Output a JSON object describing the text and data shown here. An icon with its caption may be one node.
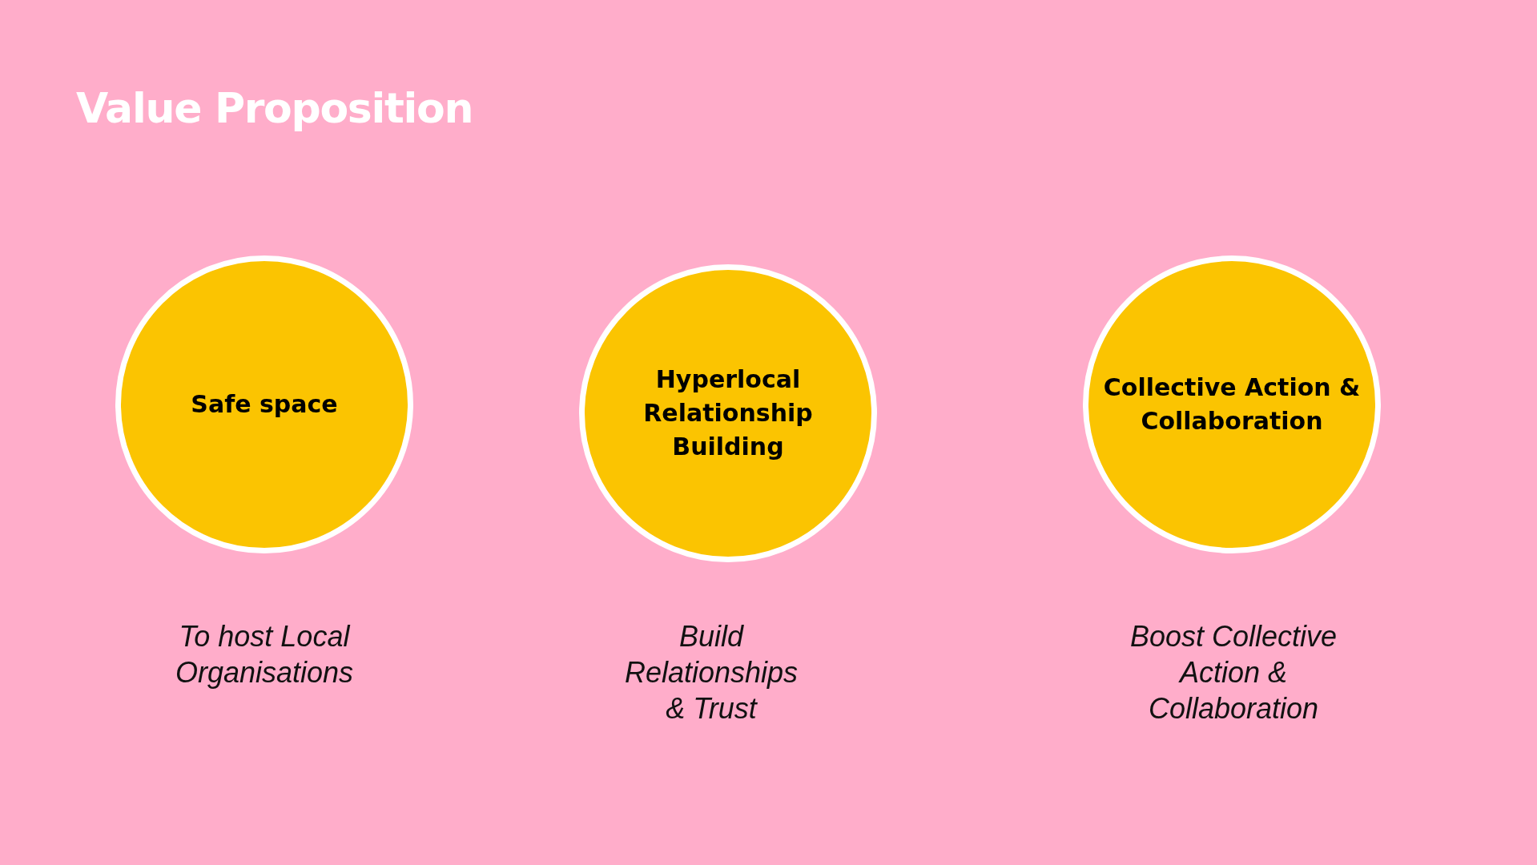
{
  "diagram": {
    "title": "Value Proposition",
    "nodes": [
      {
        "text": [
          "Safe space"
        ],
        "beside": [
          "To host Local Organisations"
        ]
      },
      {
        "text": [
          "Hyperlocal Relationship Building"
        ],
        "beside": [
          "Build Relationships & Trust"
        ]
      },
      {
        "text": [
          "Collective Action & Collaboration"
        ],
        "beside": [
          "Boost Collective Action & Collaboration"
        ]
      }
    ]
  }
}
